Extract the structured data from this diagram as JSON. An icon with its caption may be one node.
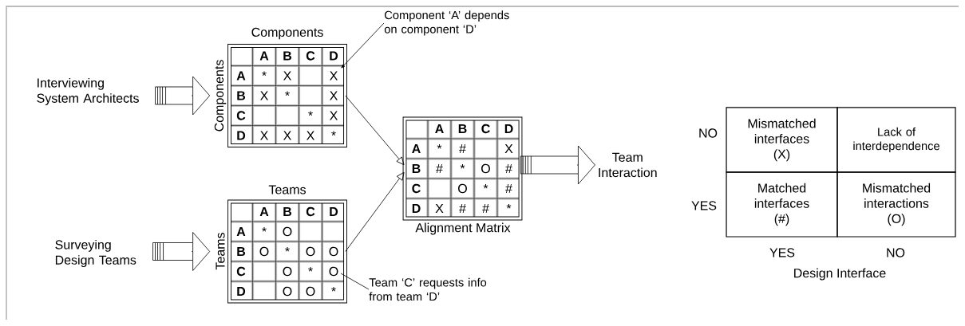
{
  "diagram": {
    "nodes": [
      {
        "text": [
          "Interviewing System Architects"
        ]
      },
      {
        "text": [
          "Components",
          "Components"
        ]
      },
      {
        "text": [
          "Component ‘A’ depends on component ‘D’"
        ]
      },
      {
        "text": [
          "Surveying Design Teams"
        ]
      },
      {
        "text": [
          "Teams",
          "Teams"
        ]
      },
      {
        "text": [
          "Team ‘C’ requests info from team ‘D’"
        ]
      },
      {
        "text": [
          "Alignment Matrix"
        ]
      },
      {
        "text": [
          "Team Interaction"
        ]
      },
      {
        "text": [
          "Mismatched interfaces (X)"
        ]
      },
      {
        "text": [
          "Lack of interdependence"
        ]
      },
      {
        "text": [
          "Matched interfaces (#)"
        ]
      },
      {
        "text": [
          "Mismatched interactions (O)"
        ]
      }
    ],
    "edges": [
      {
        "from": 0,
        "to": 1,
        "arrow": "to"
      },
      {
        "from": 3,
        "to": 4,
        "arrow": "to"
      },
      {
        "from": 1,
        "to": 6,
        "arrow": "to"
      },
      {
        "from": 4,
        "to": 6,
        "arrow": "to"
      },
      {
        "from": 6,
        "to": 7,
        "arrow": "to"
      },
      {
        "from": 2,
        "to": 1,
        "arrow": "to"
      },
      {
        "from": 5,
        "to": 4,
        "arrow": "none"
      }
    ],
    "labels": [
      "A",
      "B",
      "C",
      "D",
      "A",
      "*",
      "X",
      "X",
      "B",
      "X",
      "*",
      "X",
      "C",
      "*",
      "X",
      "D",
      "X",
      "X",
      "X",
      "*",
      "A",
      "B",
      "C",
      "D",
      "A",
      "*",
      "O",
      "B",
      "O",
      "*",
      "O",
      "O",
      "C",
      "O",
      "*",
      "O",
      "D",
      "O",
      "O",
      "*",
      "A",
      "B",
      "C",
      "D",
      "A",
      "*",
      "#",
      "X",
      "B",
      "#",
      "*",
      "O",
      "#",
      "C",
      "O",
      "*",
      "#",
      "D",
      "X",
      "#",
      "#",
      "*",
      "NO",
      "YES",
      "YES",
      "NO",
      "Design Interface"
    ]
  }
}
